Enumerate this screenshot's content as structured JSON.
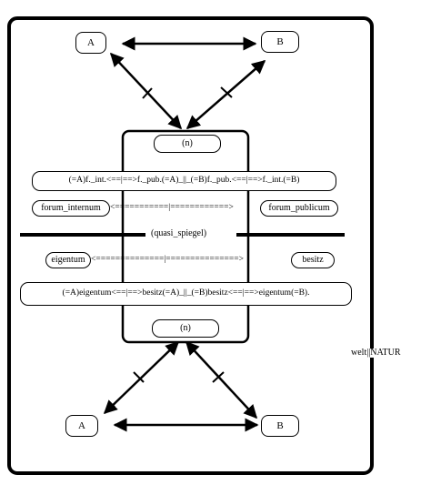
{
  "nodes": {
    "top_a": "A",
    "top_b": "B",
    "bottom_a": "A",
    "bottom_b": "B",
    "center_top": "(n)",
    "center_bottom": "(n)"
  },
  "lines": {
    "forum_relation": "(=A)f._int.<==|==>f._pub.(=A)_||_(=B)f._pub.<==|==>f._int.(=B)",
    "forum_internum": "forum_internum",
    "forum_arrow": "<===========|============>",
    "forum_publicum": "forum_publicum",
    "quasi_spiegel": "(quasi_spiegel)",
    "eigentum": "eigentum",
    "eigentum_arrow": "<==============|===============>",
    "besitz": "besitz",
    "eigentum_relation": "(=A)eigentum<==|==>besitz(=A)_||_(=B)besitz<==|==>eigentum(=B)."
  },
  "outer_label": "welt||NATUR"
}
